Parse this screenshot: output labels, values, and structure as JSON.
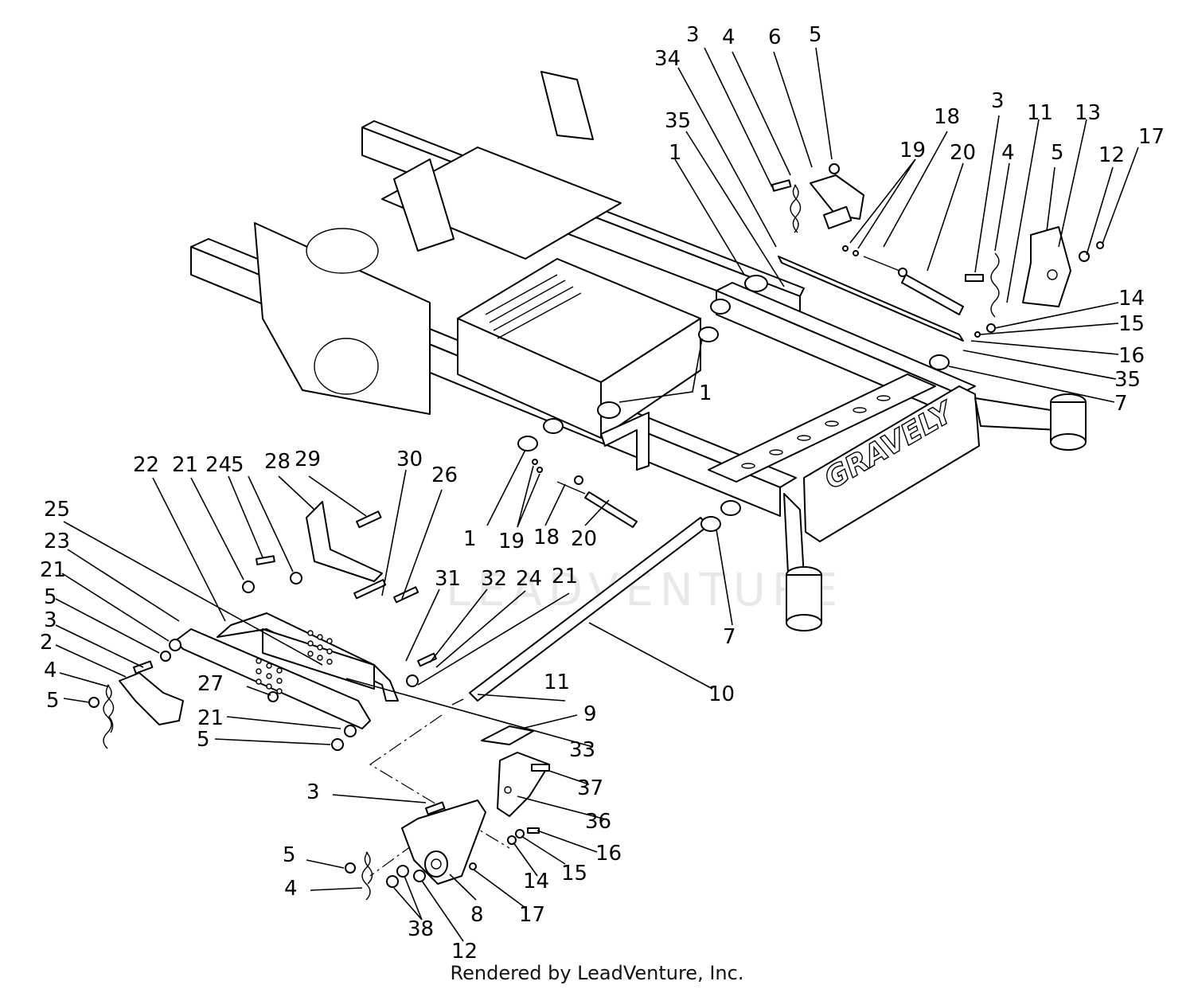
{
  "watermark": "LEADVENTURE",
  "brand_label": "GRAVELY",
  "footer_text": "Rendered by LeadVenture, Inc.",
  "callout_numbers": [
    "1",
    "2",
    "3",
    "4",
    "5",
    "6",
    "7",
    "8",
    "9",
    "10",
    "11",
    "12",
    "13",
    "14",
    "15",
    "16",
    "17",
    "18",
    "19",
    "20",
    "21",
    "22",
    "23",
    "24",
    "25",
    "26",
    "27",
    "28",
    "29",
    "30",
    "31",
    "32",
    "33",
    "34",
    "35",
    "36",
    "37",
    "38"
  ]
}
